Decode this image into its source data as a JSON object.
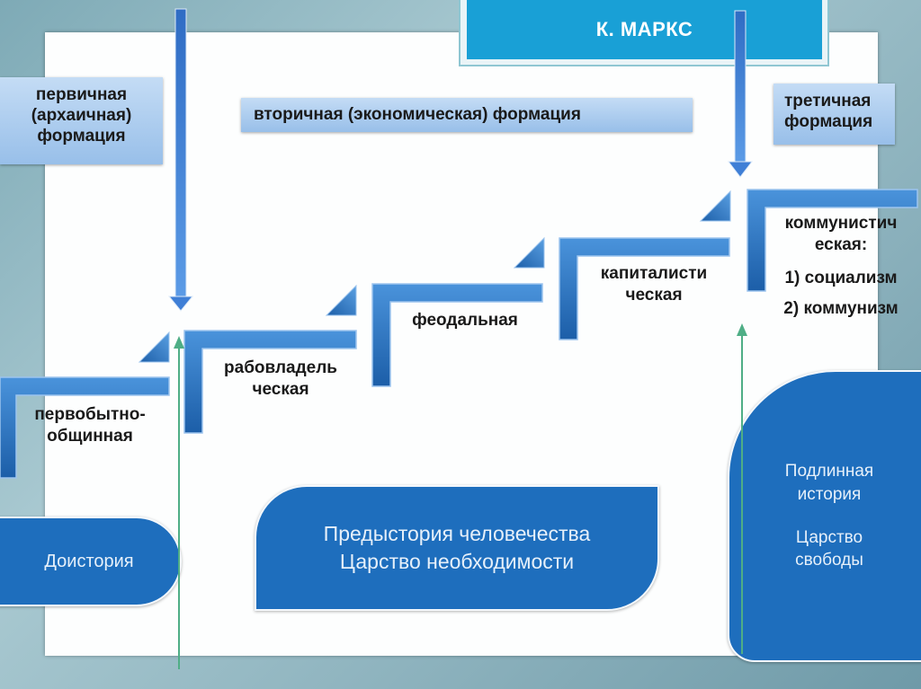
{
  "title": "К. МАРКС",
  "formations": {
    "primary": [
      "первичная",
      "(архаичная)",
      "формация"
    ],
    "secondary": "вторичная (экономическая) формация",
    "tertiary": [
      "третичная",
      "формация"
    ]
  },
  "steps": {
    "primitive": [
      "первобытно-",
      "общинная"
    ],
    "slave": [
      "рабовладель",
      "ческая"
    ],
    "feudal": "феодальная",
    "capitalist": [
      "капиталисти",
      "ческая"
    ],
    "communist": [
      "коммунистич",
      "еская:"
    ],
    "socialism": "1) социализм",
    "communism": "2) коммунизм"
  },
  "eras": {
    "prehistory": "Доистория",
    "necessity": [
      "Предыстория человечества",
      "Царство необходимости"
    ],
    "true_history": [
      "Подлинная",
      "история"
    ],
    "freedom": [
      "Царство",
      "свободы"
    ]
  },
  "colors": {
    "step_blue": "#2a79c8",
    "era_blue": "#1e6ebd",
    "title_blue": "#19a0d6",
    "arrow_blue": "#3f7fd6",
    "arrow_green": "#4fae86"
  }
}
